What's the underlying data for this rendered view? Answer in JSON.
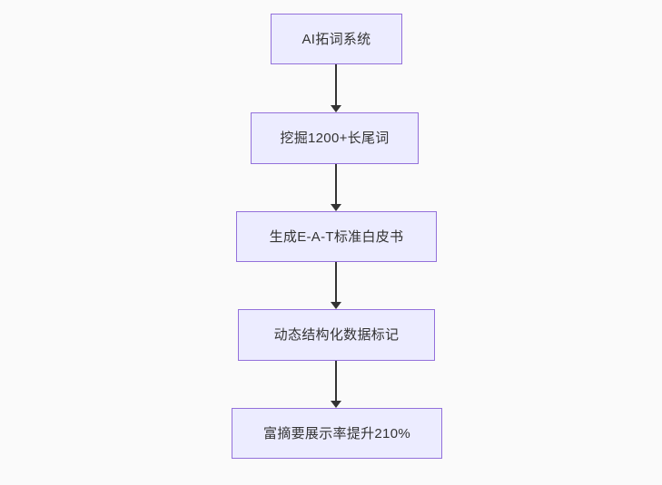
{
  "diagram": {
    "type": "flowchart",
    "direction": "top-down",
    "colors": {
      "background": "#fafafa",
      "node_fill": "#ececff",
      "node_border": "#9370db",
      "text": "#333333",
      "arrow": "#333333"
    },
    "nodes": [
      {
        "id": "n1",
        "label": "AI拓词系统"
      },
      {
        "id": "n2",
        "label": "挖掘1200+长尾词"
      },
      {
        "id": "n3",
        "label": "生成E-A-T标准白皮书"
      },
      {
        "id": "n4",
        "label": "动态结构化数据标记"
      },
      {
        "id": "n5",
        "label": "富摘要展示率提升210%"
      }
    ],
    "edges": [
      {
        "from": "n1",
        "to": "n2"
      },
      {
        "from": "n2",
        "to": "n3"
      },
      {
        "from": "n3",
        "to": "n4"
      },
      {
        "from": "n4",
        "to": "n5"
      }
    ]
  }
}
